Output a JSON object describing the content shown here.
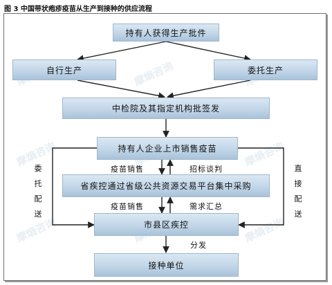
{
  "caption": "图 3 中国带状疱疹疫苗从生产到接种的供应流程",
  "nodes": {
    "holder": "持有人获得生产批件",
    "self_production": "自行生产",
    "commissioned_production": "委托生产",
    "inspection": "中检院及其指定机构批签发",
    "holder_sales": "持有人企业上市销售疫苗",
    "provincial_cdc": "省疾控通过省级公共资源交易平台集中采购",
    "county_cdc": "市县区疾控",
    "vaccination_unit": "接种单位"
  },
  "edge_labels": {
    "sales_1": "疫苗销售",
    "tender": "招标谈判",
    "sales_2": "疫苗销售",
    "demand": "需求汇总",
    "distribute": "分发",
    "commissioned_delivery": "委托配送",
    "direct_delivery": "直接配送"
  },
  "watermark": "摩熵咨询"
}
